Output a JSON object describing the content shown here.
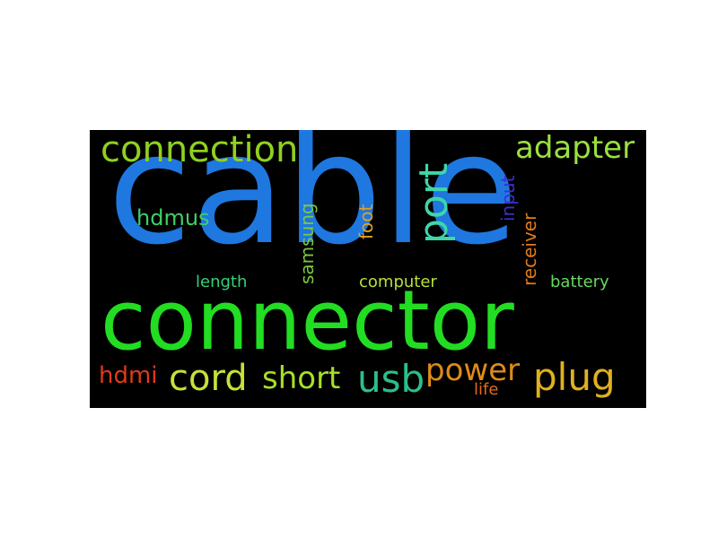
{
  "words": [
    {
      "text": "cable",
      "color": "#1f77e0"
    },
    {
      "text": "connector",
      "color": "#22dd22"
    },
    {
      "text": "connection",
      "color": "#8fd11f"
    },
    {
      "text": "port",
      "color": "#3fd6a8"
    },
    {
      "text": "adapter",
      "color": "#9be040"
    },
    {
      "text": "hdmus",
      "color": "#3fcf6a"
    },
    {
      "text": "samsung",
      "color": "#7ac943"
    },
    {
      "text": "foot",
      "color": "#e0a020"
    },
    {
      "text": "input",
      "color": "#3a2fd0"
    },
    {
      "text": "receiver",
      "color": "#e07a1a"
    },
    {
      "text": "length",
      "color": "#33d07a"
    },
    {
      "text": "computer",
      "color": "#b8e03a"
    },
    {
      "text": "battery",
      "color": "#66d860"
    },
    {
      "text": "hdmi",
      "color": "#e03a1a"
    },
    {
      "text": "cord",
      "color": "#c8e03a"
    },
    {
      "text": "short",
      "color": "#a6e028"
    },
    {
      "text": "usb",
      "color": "#2ac08a"
    },
    {
      "text": "power",
      "color": "#e08a1a"
    },
    {
      "text": "plug",
      "color": "#e0b020"
    },
    {
      "text": "life",
      "color": "#e06a1a"
    }
  ]
}
